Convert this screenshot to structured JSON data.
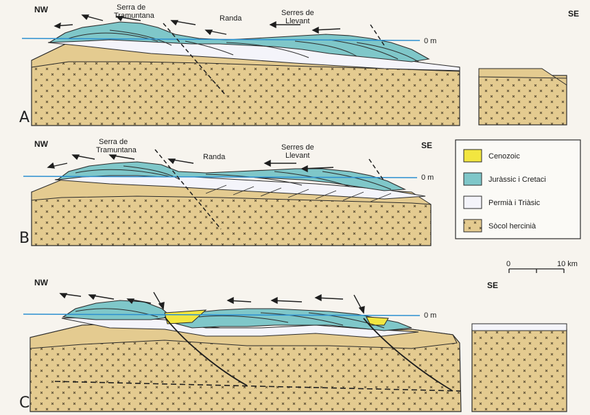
{
  "panels": {
    "a": {
      "letter": "A",
      "nw": "NW",
      "se": "SE",
      "serra": [
        "Serra de",
        "Tramuntana"
      ],
      "randa": "Randa",
      "serres": [
        "Serres de",
        "Llevant"
      ],
      "sea_level": "0 m"
    },
    "b": {
      "letter": "B",
      "nw": "NW",
      "se": "SE",
      "serra": [
        "Serra de",
        "Tramuntana"
      ],
      "randa": "Randa",
      "serres": [
        "Serres de",
        "Llevant"
      ],
      "sea_level": "0 m"
    },
    "c": {
      "letter": "C",
      "nw": "NW",
      "se": "SE",
      "sea_level": "0 m"
    }
  },
  "legend": {
    "items": [
      {
        "label": "Cenozoic",
        "color": "#f2e640"
      },
      {
        "label": "Juràssic i Cretaci",
        "color": "#7fc7c9"
      },
      {
        "label": "Permià i Triàsic",
        "color": "#f4f4fa"
      },
      {
        "label": "Sòcol hercinià",
        "color": "#e4cb90"
      }
    ]
  },
  "scale_bar": {
    "start": "0",
    "end": "10 km"
  },
  "colors": {
    "basement": "#e4cb90",
    "permo_triassic": "#f4f4fa",
    "jurassic_cretaceous": "#7fc7c9",
    "cenozoic": "#f2e640",
    "sea_line": "#2b8fd0"
  }
}
